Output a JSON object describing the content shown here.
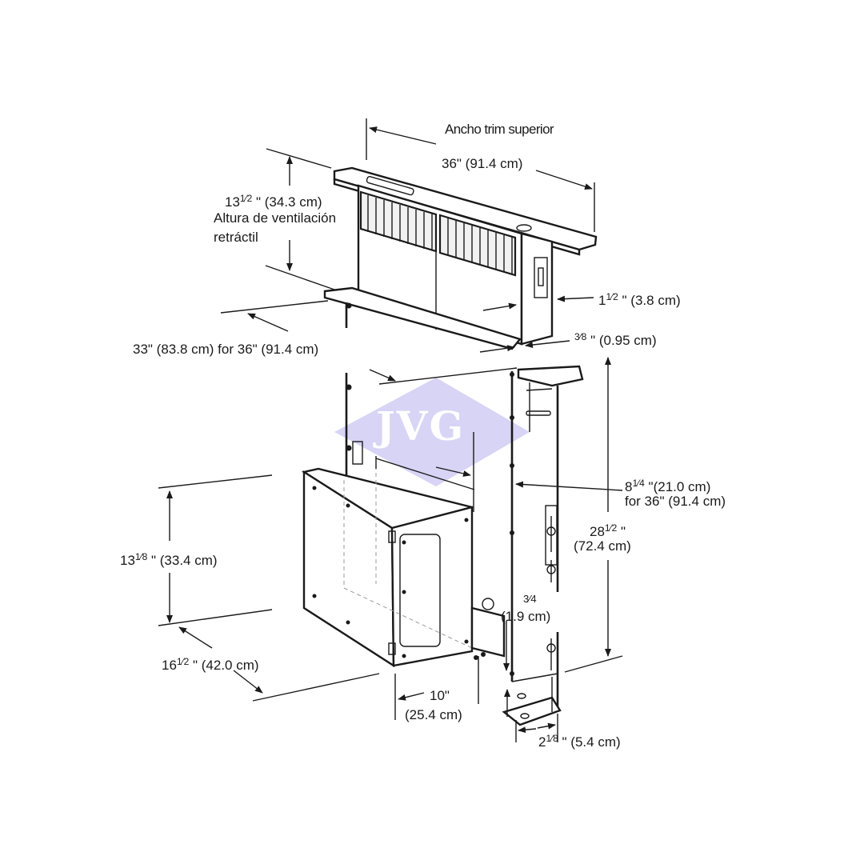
{
  "labels": {
    "top_trim_title": "Ancho trim superior",
    "top_trim_width": "36\" (91.4 cm)",
    "vent_height_whole": "13",
    "vent_height_frac": "1⁄2",
    "vent_height_rest": " \" (34.3 cm)",
    "vent_height_desc1": "Altura de ventilación",
    "vent_height_desc2": "retráctil",
    "depth_1_whole": "1",
    "depth_1_frac": "1⁄2",
    "depth_1_rest": " \" (3.8 cm)",
    "depth_2_frac": "3⁄8",
    "depth_2_rest": " \" (0.95 cm)",
    "cutout_width": "33\" (83.8 cm) for 36\" (91.4 cm)",
    "width_8_whole": "8",
    "width_8_frac": "1⁄4",
    "width_8_rest": " \"(21.0 cm)",
    "width_8_for": "for 36\" (91.4 cm)",
    "height_28_whole": "28",
    "height_28_frac": "1⁄2",
    "height_28_rest": " \"",
    "height_28_cm": "(72.4 cm)",
    "blower_height_whole": "13",
    "blower_height_frac": "1⁄8",
    "blower_height_rest": " \" (33.4 cm)",
    "three_quarter_frac": "3⁄4",
    "three_quarter_cm": "(1.9 cm)",
    "blower_depth_whole": "16",
    "blower_depth_frac": "1⁄2",
    "blower_depth_rest": " \" (42.0 cm)",
    "blower_width": "10\"",
    "blower_width_cm": "(25.4 cm)",
    "bracket_whole": "2",
    "bracket_frac": "1⁄8",
    "bracket_rest": " \" (5.4 cm)"
  },
  "watermark": {
    "text": "JVG",
    "color": "#c9c6f2"
  },
  "colors": {
    "ink": "#1a1a1a",
    "background": "#ffffff"
  }
}
